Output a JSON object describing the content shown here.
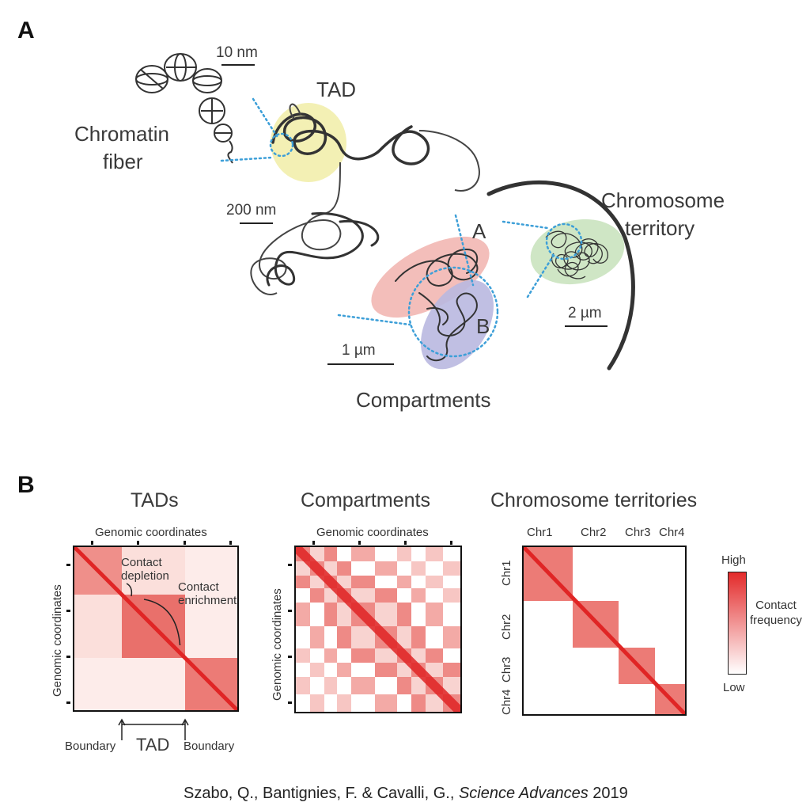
{
  "panel_a": {
    "letter": "A",
    "labels": {
      "scale_10nm": "10 nm",
      "tad": "TAD",
      "chromatin_fiber_line1": "Chromatin",
      "chromatin_fiber_line2": "fiber",
      "scale_200nm": "200 nm",
      "chromosome_territory_line1": "Chromosome",
      "chromosome_territory_line2": "territory",
      "compartment_a": "A",
      "compartment_b": "B",
      "scale_2um": "2 µm",
      "scale_1um": "1 µm",
      "compartments": "Compartments"
    },
    "colors": {
      "tad_fill": "#f3f0b4",
      "compartment_a_fill": "#f2b7b3",
      "compartment_b_fill": "#b9b8e0",
      "territory_fill": "#cfe6c5",
      "zoom_lines": "#3d9fd8",
      "fiber": "#333333"
    }
  },
  "panel_b": {
    "letter": "B",
    "tads": {
      "title": "TADs",
      "xlabel": "Genomic coordinates",
      "ylabel": "Genomic coordinates",
      "annotation_depletion_1": "Contact",
      "annotation_depletion_2": "depletion",
      "annotation_enrichment_1": "Contact",
      "annotation_enrichment_2": "enrichment",
      "boundary_left": "Boundary",
      "boundary_right": "Boundary",
      "tad_label": "TAD"
    },
    "compartments": {
      "title": "Compartments",
      "xlabel": "Genomic coordinates",
      "ylabel": "Genomic coordinates"
    },
    "territories": {
      "title": "Chromosome territories",
      "chromosomes": [
        "Chr1",
        "Chr2",
        "Chr3",
        "Chr4"
      ]
    },
    "legend": {
      "high": "High",
      "low": "Low",
      "label_line1": "Contact",
      "label_line2": "frequency",
      "color_high": "#e32a2a",
      "color_low": "#ffffff"
    }
  },
  "citation": {
    "authors": "Szabo, Q., Bantignies, F. & Cavalli, G., ",
    "journal": "Science Advances",
    "year": " 2019"
  }
}
